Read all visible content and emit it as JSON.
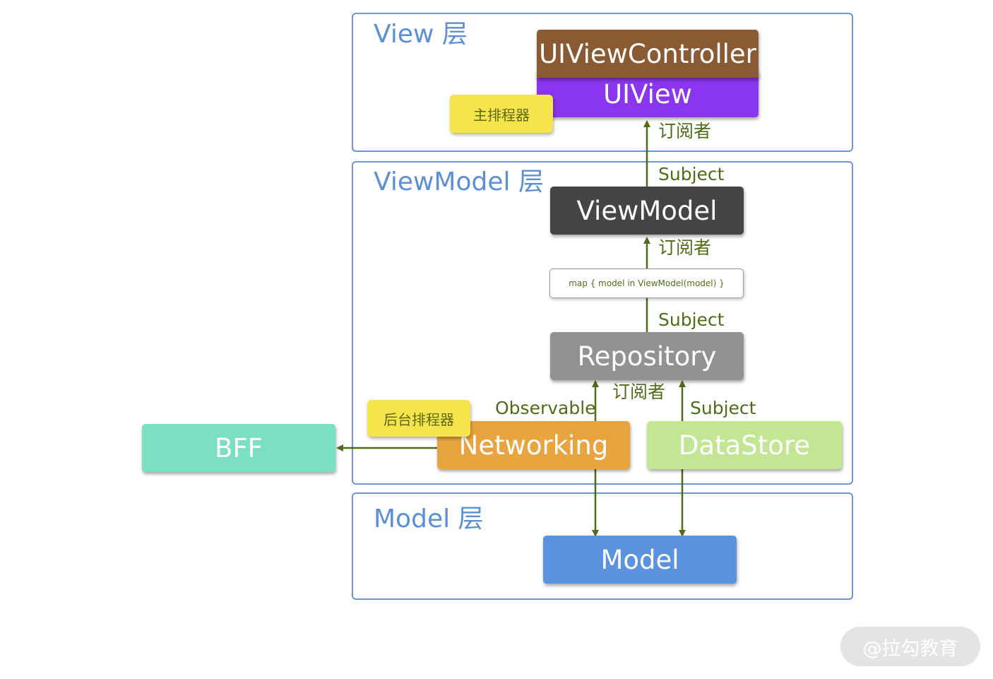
{
  "layers": {
    "view": "View 层",
    "viewmodel": "ViewModel 层",
    "model": "Model 层"
  },
  "nodes": {
    "uiviewcontroller": "UIViewController",
    "uiview": "UIView",
    "viewmodel": "ViewModel",
    "map": "map { model in ViewModel(model) }",
    "repository": "Repository",
    "networking": "Networking",
    "datastore": "DataStore",
    "bff": "BFF",
    "model": "Model"
  },
  "notes": {
    "main_scheduler": "主排程器",
    "background_scheduler": "后台排程器"
  },
  "edge_labels": {
    "subscriber_top": "订阅者",
    "subject_viewmodel": "Subject",
    "subscriber_mid": "订阅者",
    "subject_repository": "Subject",
    "subscriber_bottom": "订阅者",
    "observable": "Observable",
    "subject_datastore": "Subject"
  },
  "watermark": "@拉勾教育",
  "colors": {
    "layer_border": "#6d93d8",
    "layer_title": "#5b8fd6",
    "uiviewcontroller": "#8a5a32",
    "uiview": "#8a35ee",
    "viewmodel": "#454545",
    "repository": "#929292",
    "networking": "#e8a43e",
    "datastore": "#c3e694",
    "bff": "#7be0c2",
    "model": "#5b93de",
    "note": "#f5e54b",
    "arrow": "#4e6d17"
  }
}
